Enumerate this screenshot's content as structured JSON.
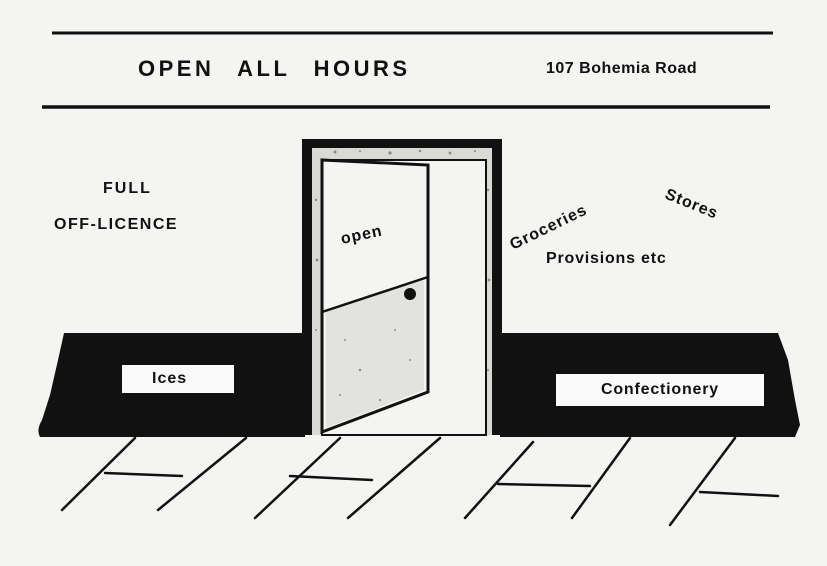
{
  "header": {
    "title": "OPEN ALL HOURS",
    "address": "107 Bohemia Road"
  },
  "labels": {
    "full": "FULL",
    "off_licence": "OFF-LICENCE",
    "door_sign": "open",
    "groceries": "Groceries",
    "stores": "Stores",
    "provisions": "Provisions etc",
    "ices": "Ices",
    "confectionery": "Confectionery"
  }
}
